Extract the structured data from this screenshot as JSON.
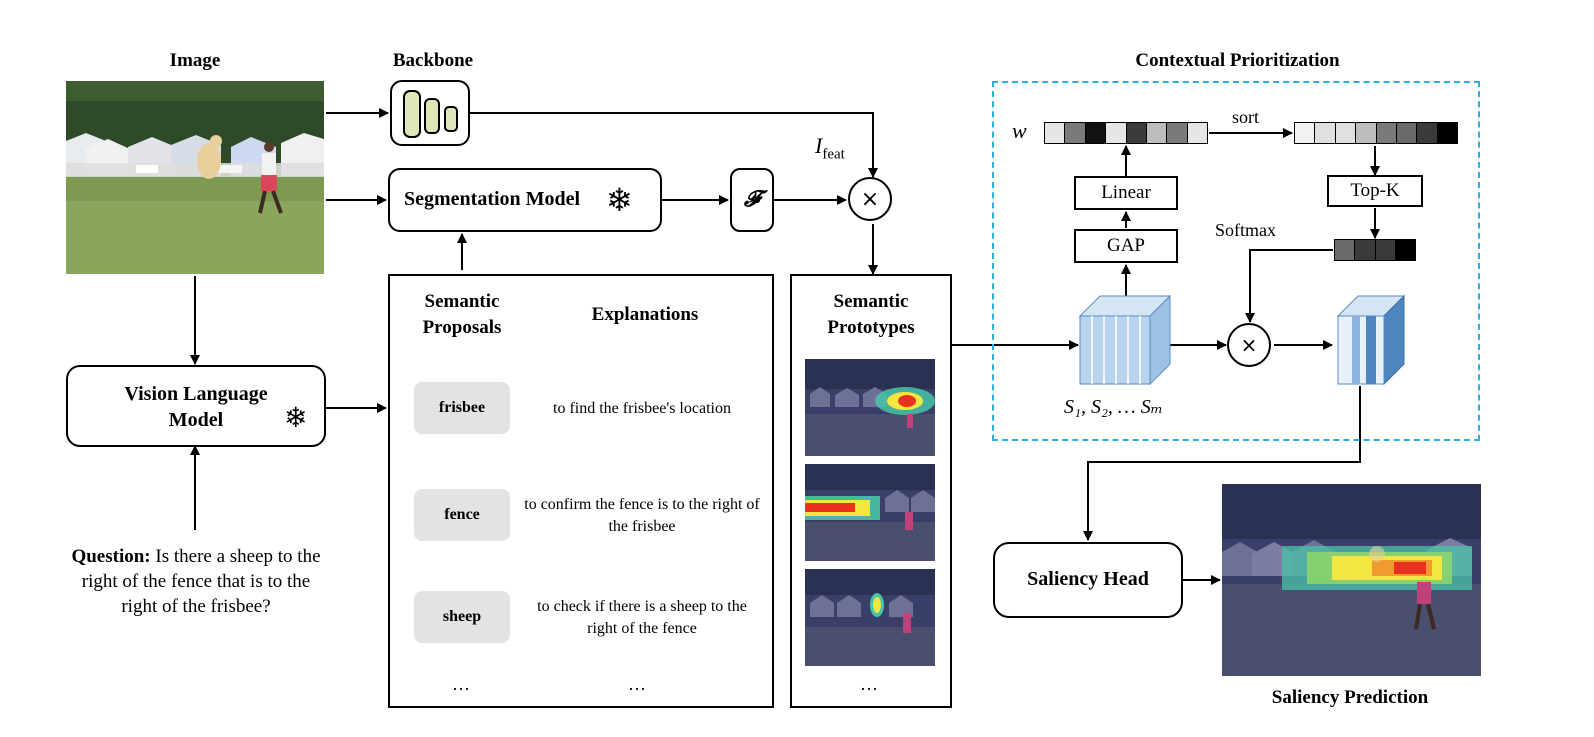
{
  "titles": {
    "image": "Image",
    "backbone": "Backbone",
    "contextual": "Contextual Prioritization",
    "saliency_prediction": "Saliency Prediction"
  },
  "boxes": {
    "segmentation": "Segmentation Model",
    "vlm_line1": "Vision Language",
    "vlm_line2": "Model",
    "saliency_head": "Saliency Head",
    "f_symbol": "𝓕",
    "linear": "Linear",
    "gap": "GAP",
    "topk": "Top-K"
  },
  "labels": {
    "ifeat_main": "I",
    "ifeat_sub": "feat",
    "w": "w",
    "sort": "sort",
    "softmax": "Softmax",
    "multiply": "×",
    "s_series": "S₁, S₂, … Sₘ"
  },
  "question": {
    "bold": "Question:",
    "text": " Is there a sheep to the right of the fence that is to the right of the frisbee?"
  },
  "proposals": {
    "header_sem_line1": "Semantic",
    "header_sem_line2": "Proposals",
    "header_expl": "Explanations",
    "items": [
      {
        "chip": "frisbee",
        "explanation": "to find the frisbee's location"
      },
      {
        "chip": "fence",
        "explanation": "to confirm the fence is to the right of the frisbee"
      },
      {
        "chip": "sheep",
        "explanation": "to check if there is a sheep to the right of the fence"
      }
    ],
    "ellipsis": "…"
  },
  "prototypes": {
    "header_line1": "Semantic",
    "header_line2": "Prototypes",
    "ellipsis": "…"
  },
  "colors": {
    "dashed_border": "#2bb0de",
    "chip_bg": "#e3e3e3",
    "backbone_fill": "#dfe6b8",
    "cube_fill": "#b8d4ee",
    "heat_red": "#e8321e",
    "heat_yellow": "#f2e640",
    "night_bg": "#3a3f6a"
  },
  "vectors": {
    "w_cells": [
      "#e6e6e6",
      "#7a7a7a",
      "#111111",
      "#e6e6e6",
      "#3a3a3a",
      "#bdbdbd",
      "#7a7a7a",
      "#e6e6e6"
    ],
    "sorted_cells": [
      "#f2f2f2",
      "#e0e0e0",
      "#e0e0e0",
      "#bdbdbd",
      "#7a7a7a",
      "#6a6a6a",
      "#3a3a3a",
      "#000000"
    ],
    "topk_cells": [
      "#6a6a6a",
      "#3a3a3a",
      "#3a3a3a",
      "#000000"
    ]
  }
}
